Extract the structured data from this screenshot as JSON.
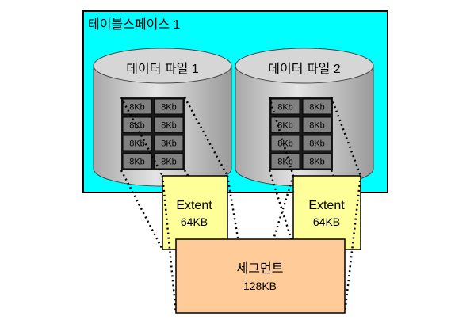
{
  "tablespace": {
    "label": "테이블스페이스 1"
  },
  "datafiles": [
    {
      "label": "데이터 파일 1",
      "block_label": "8Kb",
      "grid": {
        "rows": 4,
        "cols": 2
      }
    },
    {
      "label": "데이터 파일 2",
      "block_label": "8Kb",
      "grid": {
        "rows": 4,
        "cols": 2
      }
    }
  ],
  "extents": [
    {
      "name": "Extent",
      "size": "64KB"
    },
    {
      "name": "Extent",
      "size": "64KB"
    }
  ],
  "segment": {
    "name": "세그먼트",
    "size": "128KB"
  },
  "colors": {
    "tablespace_fill": "#00ffff",
    "cylinder_fill": "#c8c8c8",
    "block_fill": "#808080",
    "extent_fill": "#ffff99",
    "segment_fill": "#ffcc99"
  }
}
